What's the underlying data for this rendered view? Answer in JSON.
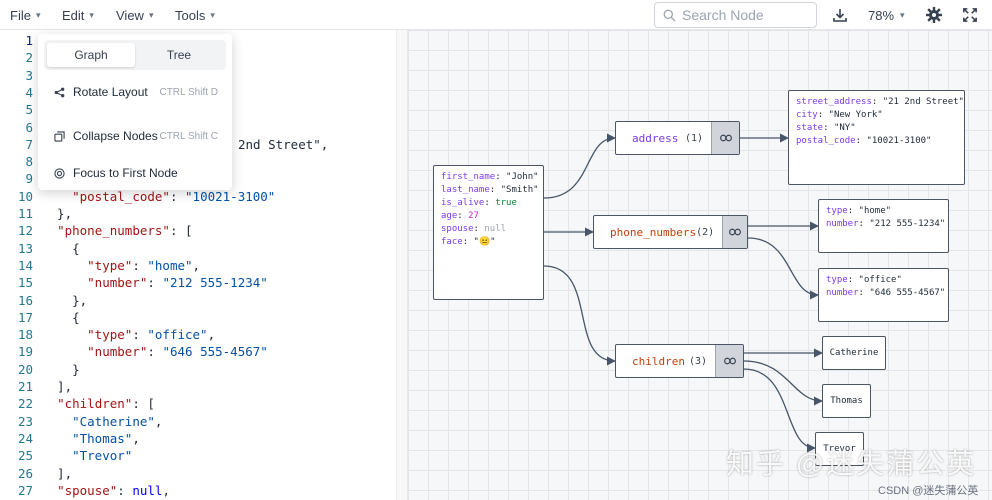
{
  "toolbar": {
    "menus": [
      {
        "label": "File"
      },
      {
        "label": "Edit"
      },
      {
        "label": "View"
      },
      {
        "label": "Tools"
      }
    ],
    "search_placeholder": "Search Node",
    "zoom": "78%",
    "icons": [
      "download-icon",
      "gear-icon",
      "fullscreen-icon"
    ]
  },
  "dropdown": {
    "tabs": [
      "Graph",
      "Tree"
    ],
    "active_tab": "Graph",
    "items": [
      {
        "label": "Rotate Layout",
        "shortcut": "CTRL Shift D",
        "icon": "rotate-layout-icon"
      },
      {
        "label": "Collapse Nodes",
        "shortcut": "CTRL Shift C",
        "icon": "collapse-icon"
      },
      {
        "label": "Focus to First Node",
        "shortcut": "",
        "icon": "focus-icon"
      }
    ]
  },
  "editor": {
    "lines": [
      {
        "n": "1",
        "text": "{"
      },
      {
        "n": "2",
        "text": ""
      },
      {
        "n": "3",
        "text": ""
      },
      {
        "n": "4",
        "text": ""
      },
      {
        "n": "5",
        "text": ""
      },
      {
        "n": "6",
        "text": ""
      },
      {
        "n": "7",
        "text": "2nd Street\","
      },
      {
        "n": "8",
        "text": ""
      },
      {
        "n": "9",
        "text": ""
      },
      {
        "n": "10",
        "text": "    \"postal_code\": \"10021-3100\""
      },
      {
        "n": "11",
        "text": "  },"
      },
      {
        "n": "12",
        "text": "  \"phone_numbers\": ["
      },
      {
        "n": "13",
        "text": "    {"
      },
      {
        "n": "14",
        "text": "      \"type\": \"home\","
      },
      {
        "n": "15",
        "text": "      \"number\": \"212 555-1234\""
      },
      {
        "n": "16",
        "text": "    },"
      },
      {
        "n": "17",
        "text": "    {"
      },
      {
        "n": "18",
        "text": "      \"type\": \"office\","
      },
      {
        "n": "19",
        "text": "      \"number\": \"646 555-4567\""
      },
      {
        "n": "20",
        "text": "    }"
      },
      {
        "n": "21",
        "text": "  ],"
      },
      {
        "n": "22",
        "text": "  \"children\": ["
      },
      {
        "n": "23",
        "text": "    \"Catherine\","
      },
      {
        "n": "24",
        "text": "    \"Thomas\","
      },
      {
        "n": "25",
        "text": "    \"Trevor\""
      },
      {
        "n": "26",
        "text": "  ],"
      },
      {
        "n": "27",
        "text": "  \"spouse\": null,"
      }
    ]
  },
  "graph": {
    "root": {
      "rows": [
        {
          "key": "first_name",
          "value": "\"John\"",
          "kind": "str"
        },
        {
          "key": "last_name",
          "value": "\"Smith\"",
          "kind": "str"
        },
        {
          "key": "is_alive",
          "value": "true",
          "kind": "bool"
        },
        {
          "key": "age",
          "value": "27",
          "kind": "num"
        },
        {
          "key": "spouse",
          "value": "null",
          "kind": "null"
        },
        {
          "key": "face",
          "value": "\"😐\"",
          "kind": "str"
        }
      ]
    },
    "arrays": [
      {
        "id": "address",
        "label": "address",
        "count": "(1)",
        "color": "#7c3aed"
      },
      {
        "id": "phone",
        "label": "phone_numbers",
        "count": "(2)",
        "color": "#c2410c"
      },
      {
        "id": "children",
        "label": "children",
        "count": "(3)",
        "color": "#c2410c"
      }
    ],
    "address_obj": {
      "rows": [
        {
          "key": "street_address",
          "value": "\"21 2nd Street\"",
          "kind": "str"
        },
        {
          "key": "city",
          "value": "\"New York\"",
          "kind": "str"
        },
        {
          "key": "state",
          "value": "\"NY\"",
          "kind": "str"
        },
        {
          "key": "postal_code",
          "value": "\"10021-3100\"",
          "kind": "str"
        }
      ]
    },
    "phone_home": {
      "rows": [
        {
          "key": "type",
          "value": "\"home\"",
          "kind": "str"
        },
        {
          "key": "number",
          "value": "\"212 555-1234\"",
          "kind": "str"
        }
      ]
    },
    "phone_office": {
      "rows": [
        {
          "key": "type",
          "value": "\"office\"",
          "kind": "str"
        },
        {
          "key": "number",
          "value": "\"646 555-4567\"",
          "kind": "str"
        }
      ]
    },
    "children_items": [
      "Catherine",
      "Thomas",
      "Trevor"
    ]
  },
  "watermark": "知乎 @迷失蒲公英",
  "credit": "CSDN @迷失蒲公英"
}
